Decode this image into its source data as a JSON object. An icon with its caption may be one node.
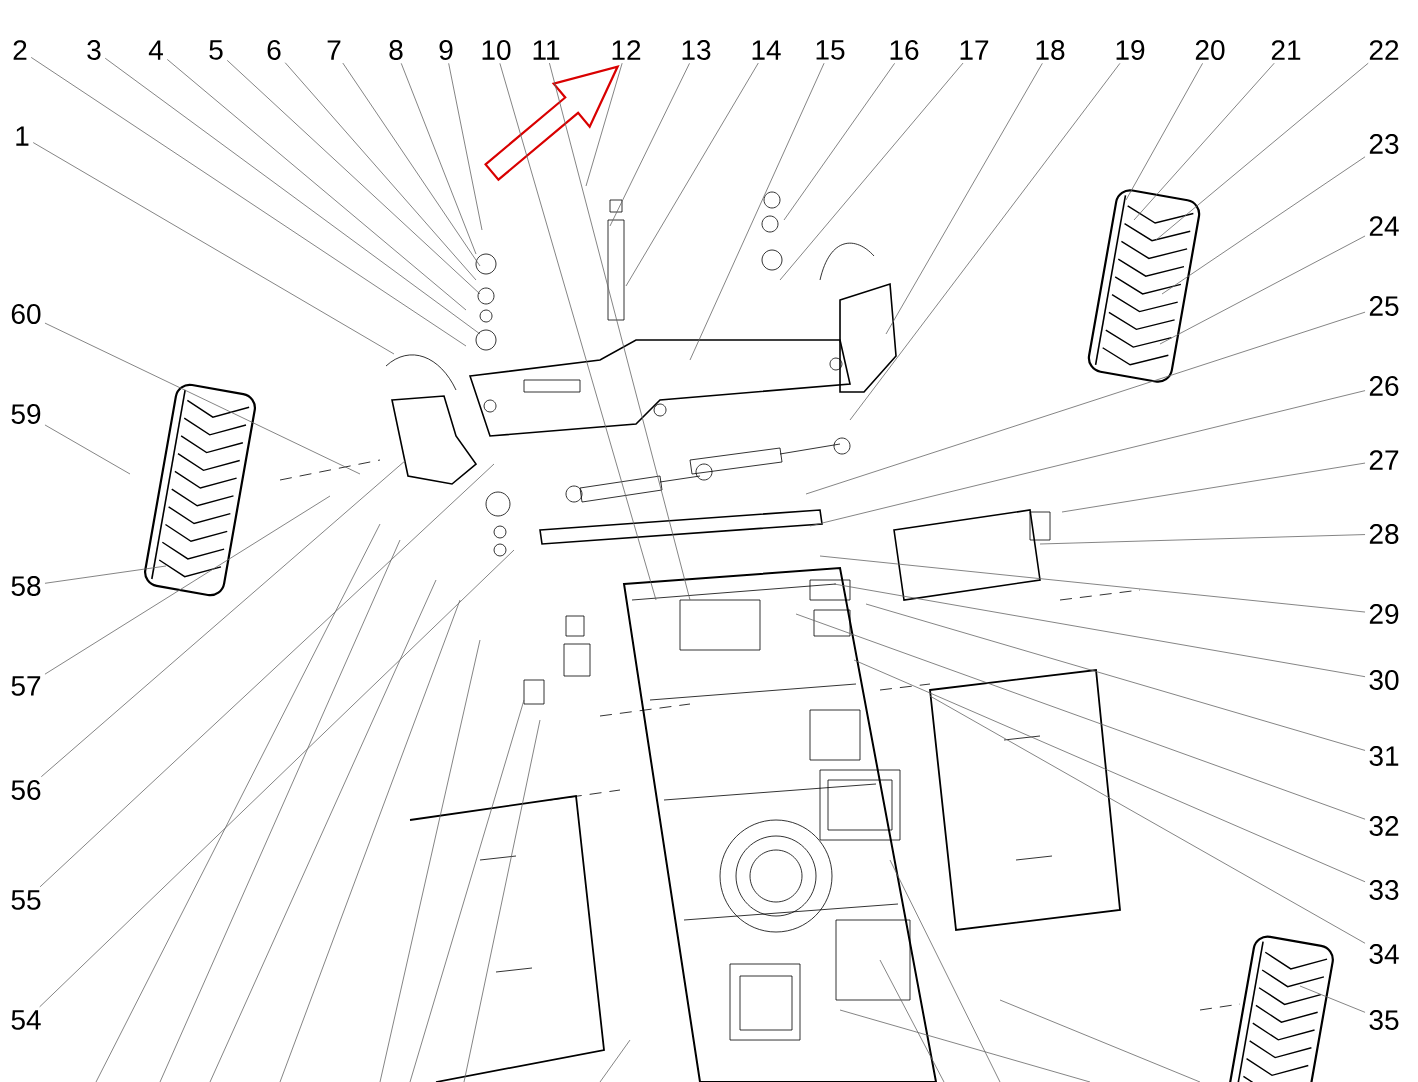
{
  "diagram": {
    "nodes": [
      {
        "text": [
          "2"
        ]
      },
      {
        "text": [
          "3"
        ]
      },
      {
        "text": [
          "4"
        ]
      },
      {
        "text": [
          "5"
        ]
      },
      {
        "text": [
          "6"
        ]
      },
      {
        "text": [
          "7"
        ]
      },
      {
        "text": [
          "8"
        ]
      },
      {
        "text": [
          "9"
        ]
      },
      {
        "text": [
          "10"
        ]
      },
      {
        "text": [
          "11"
        ]
      },
      {
        "text": [
          "12"
        ]
      },
      {
        "text": [
          "13"
        ]
      },
      {
        "text": [
          "14"
        ]
      },
      {
        "text": [
          "15"
        ]
      },
      {
        "text": [
          "16"
        ]
      },
      {
        "text": [
          "17"
        ]
      },
      {
        "text": [
          "18"
        ]
      },
      {
        "text": [
          "19"
        ]
      },
      {
        "text": [
          "20"
        ]
      },
      {
        "text": [
          "21"
        ]
      },
      {
        "text": [
          "22"
        ]
      },
      {
        "text": [
          "23"
        ]
      },
      {
        "text": [
          "24"
        ]
      },
      {
        "text": [
          "25"
        ]
      },
      {
        "text": [
          "26"
        ]
      },
      {
        "text": [
          "27"
        ]
      },
      {
        "text": [
          "28"
        ]
      },
      {
        "text": [
          "29"
        ]
      },
      {
        "text": [
          "30"
        ]
      },
      {
        "text": [
          "31"
        ]
      },
      {
        "text": [
          "32"
        ]
      },
      {
        "text": [
          "33"
        ]
      },
      {
        "text": [
          "34"
        ]
      },
      {
        "text": [
          "35"
        ]
      },
      {
        "text": [
          "1"
        ]
      },
      {
        "text": [
          "60"
        ]
      },
      {
        "text": [
          "59"
        ]
      },
      {
        "text": [
          "58"
        ]
      },
      {
        "text": [
          "57"
        ]
      },
      {
        "text": [
          "56"
        ]
      },
      {
        "text": [
          "55"
        ]
      },
      {
        "text": [
          "54"
        ]
      }
    ],
    "edges": [
      {
        "from": 0,
        "to": null,
        "arrow": "none"
      },
      {
        "from": 1,
        "to": null,
        "arrow": "none"
      },
      {
        "from": 2,
        "to": null,
        "arrow": "none"
      },
      {
        "from": 3,
        "to": null,
        "arrow": "none"
      },
      {
        "from": 4,
        "to": null,
        "arrow": "none"
      },
      {
        "from": 5,
        "to": null,
        "arrow": "none"
      },
      {
        "from": 6,
        "to": null,
        "arrow": "none"
      },
      {
        "from": 7,
        "to": null,
        "arrow": "none"
      },
      {
        "from": 8,
        "to": null,
        "arrow": "none"
      },
      {
        "from": 9,
        "to": null,
        "arrow": "none"
      },
      {
        "from": 10,
        "to": null,
        "arrow": "none"
      },
      {
        "from": 11,
        "to": null,
        "arrow": "none"
      },
      {
        "from": 12,
        "to": null,
        "arrow": "none"
      },
      {
        "from": 13,
        "to": null,
        "arrow": "none"
      },
      {
        "from": 14,
        "to": null,
        "arrow": "none"
      },
      {
        "from": 15,
        "to": null,
        "arrow": "none"
      },
      {
        "from": 16,
        "to": null,
        "arrow": "none"
      },
      {
        "from": 17,
        "to": null,
        "arrow": "none"
      },
      {
        "from": 18,
        "to": null,
        "arrow": "none"
      },
      {
        "from": 19,
        "to": null,
        "arrow": "none"
      },
      {
        "from": 20,
        "to": null,
        "arrow": "none"
      },
      {
        "from": 21,
        "to": null,
        "arrow": "none"
      },
      {
        "from": 22,
        "to": null,
        "arrow": "none"
      },
      {
        "from": 23,
        "to": null,
        "arrow": "none"
      },
      {
        "from": 24,
        "to": null,
        "arrow": "none"
      },
      {
        "from": 25,
        "to": null,
        "arrow": "none"
      },
      {
        "from": 26,
        "to": null,
        "arrow": "none"
      },
      {
        "from": 27,
        "to": null,
        "arrow": "none"
      },
      {
        "from": 28,
        "to": null,
        "arrow": "none"
      },
      {
        "from": 29,
        "to": null,
        "arrow": "none"
      },
      {
        "from": 30,
        "to": null,
        "arrow": "none"
      },
      {
        "from": 31,
        "to": null,
        "arrow": "none"
      },
      {
        "from": 32,
        "to": null,
        "arrow": "none"
      },
      {
        "from": 33,
        "to": null,
        "arrow": "none"
      },
      {
        "from": 34,
        "to": null,
        "arrow": "none"
      },
      {
        "from": 35,
        "to": null,
        "arrow": "none"
      },
      {
        "from": 36,
        "to": null,
        "arrow": "none"
      },
      {
        "from": 37,
        "to": null,
        "arrow": "none"
      },
      {
        "from": 38,
        "to": null,
        "arrow": "none"
      },
      {
        "from": 39,
        "to": null,
        "arrow": "none"
      },
      {
        "from": 40,
        "to": null,
        "arrow": "none"
      },
      {
        "from": 41,
        "to": null,
        "arrow": "none"
      }
    ]
  }
}
